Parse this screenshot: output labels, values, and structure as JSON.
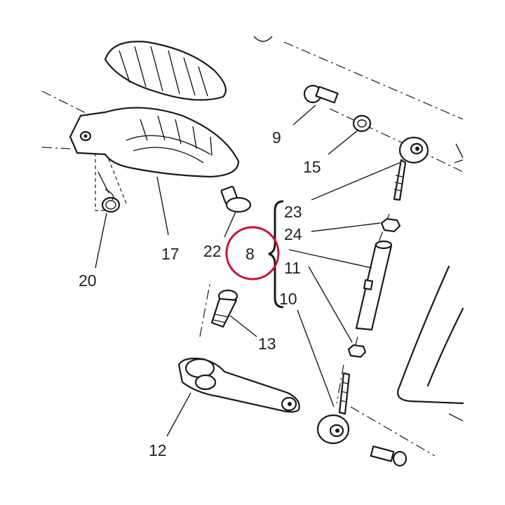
{
  "labels": {
    "p8": "8",
    "p9": "9",
    "p10": "10",
    "p11": "11",
    "p12": "12",
    "p13": "13",
    "p15": "15",
    "p17": "17",
    "p20": "20",
    "p22": "22",
    "p23": "23",
    "p24": "24"
  },
  "highlight": {
    "target": "8",
    "color": "#c8102e"
  }
}
